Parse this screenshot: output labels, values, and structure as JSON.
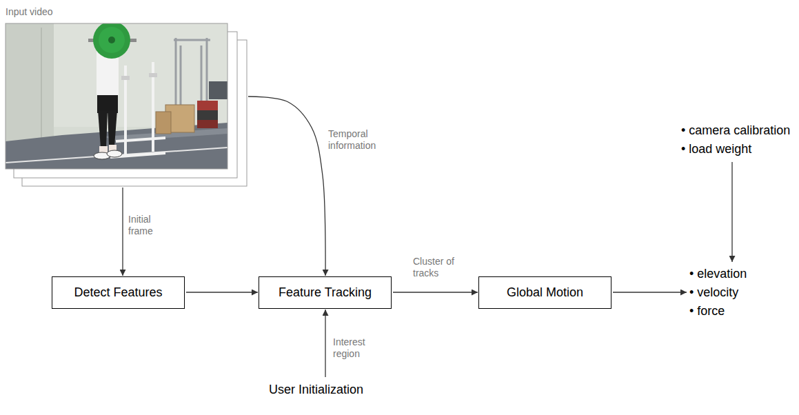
{
  "diagram": {
    "nodes": [
      {
        "text": [
          "Input video"
        ]
      },
      {
        "text": [
          "• camera calibration",
          "• load weight"
        ]
      },
      {
        "text": [
          "Detect Features"
        ]
      },
      {
        "text": [
          "Feature Tracking"
        ]
      },
      {
        "text": [
          "Global Motion"
        ]
      },
      {
        "text": [
          "• elevation",
          "• velocity",
          "• force"
        ]
      },
      {
        "text": [
          "User Initialization"
        ]
      }
    ],
    "edges": [
      {
        "from": 0,
        "to": 2,
        "label": "Initial frame",
        "arrow": "to"
      },
      {
        "from": 0,
        "to": 3,
        "label": "Temporal information",
        "arrow": "to"
      },
      {
        "from": 2,
        "to": 3,
        "arrow": "to"
      },
      {
        "from": 3,
        "to": 4,
        "label": "Cluster of tracks",
        "arrow": "to"
      },
      {
        "from": 4,
        "to": 5,
        "arrow": "to"
      },
      {
        "from": 1,
        "to": 5,
        "arrow": "to"
      },
      {
        "from": 6,
        "to": 3,
        "label": "Interest region",
        "arrow": "to"
      }
    ]
  }
}
